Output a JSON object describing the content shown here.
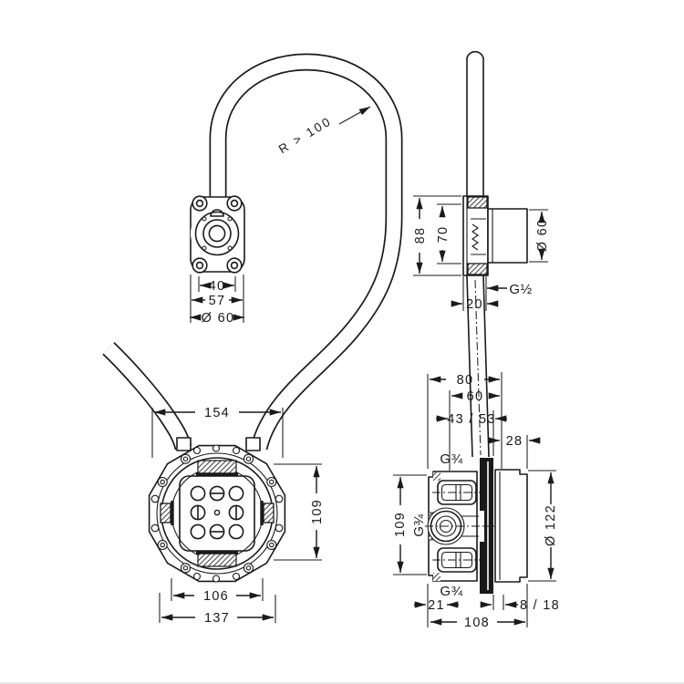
{
  "drawing": {
    "background": "#ffffff",
    "ink": "#1a1a1a",
    "bend_note": "R > 100",
    "outlet_front": {
      "hole_spacing": "40",
      "flange_width": "57",
      "diameter": "Ø 60"
    },
    "outlet_side": {
      "outer_height": "88",
      "inner_height": "70",
      "diameter": "Ø 60",
      "thread": "G½",
      "pipe_width": "20"
    },
    "ibox_front": {
      "flange_width": "154",
      "height": "109",
      "inner_width": "106",
      "body_width": "137"
    },
    "ibox_side": {
      "total_depth": "80",
      "body_depth": "60",
      "install_depth_range": "43 / 53",
      "protrusion": "28",
      "thread_top": "G¾",
      "thread_left": "G¾",
      "thread_bottom": "G¾",
      "height": "109",
      "shield_diameter": "Ø 122",
      "edge_offset": "21",
      "finish_depth_range": "8 / 18",
      "overall_depth": "108"
    }
  }
}
